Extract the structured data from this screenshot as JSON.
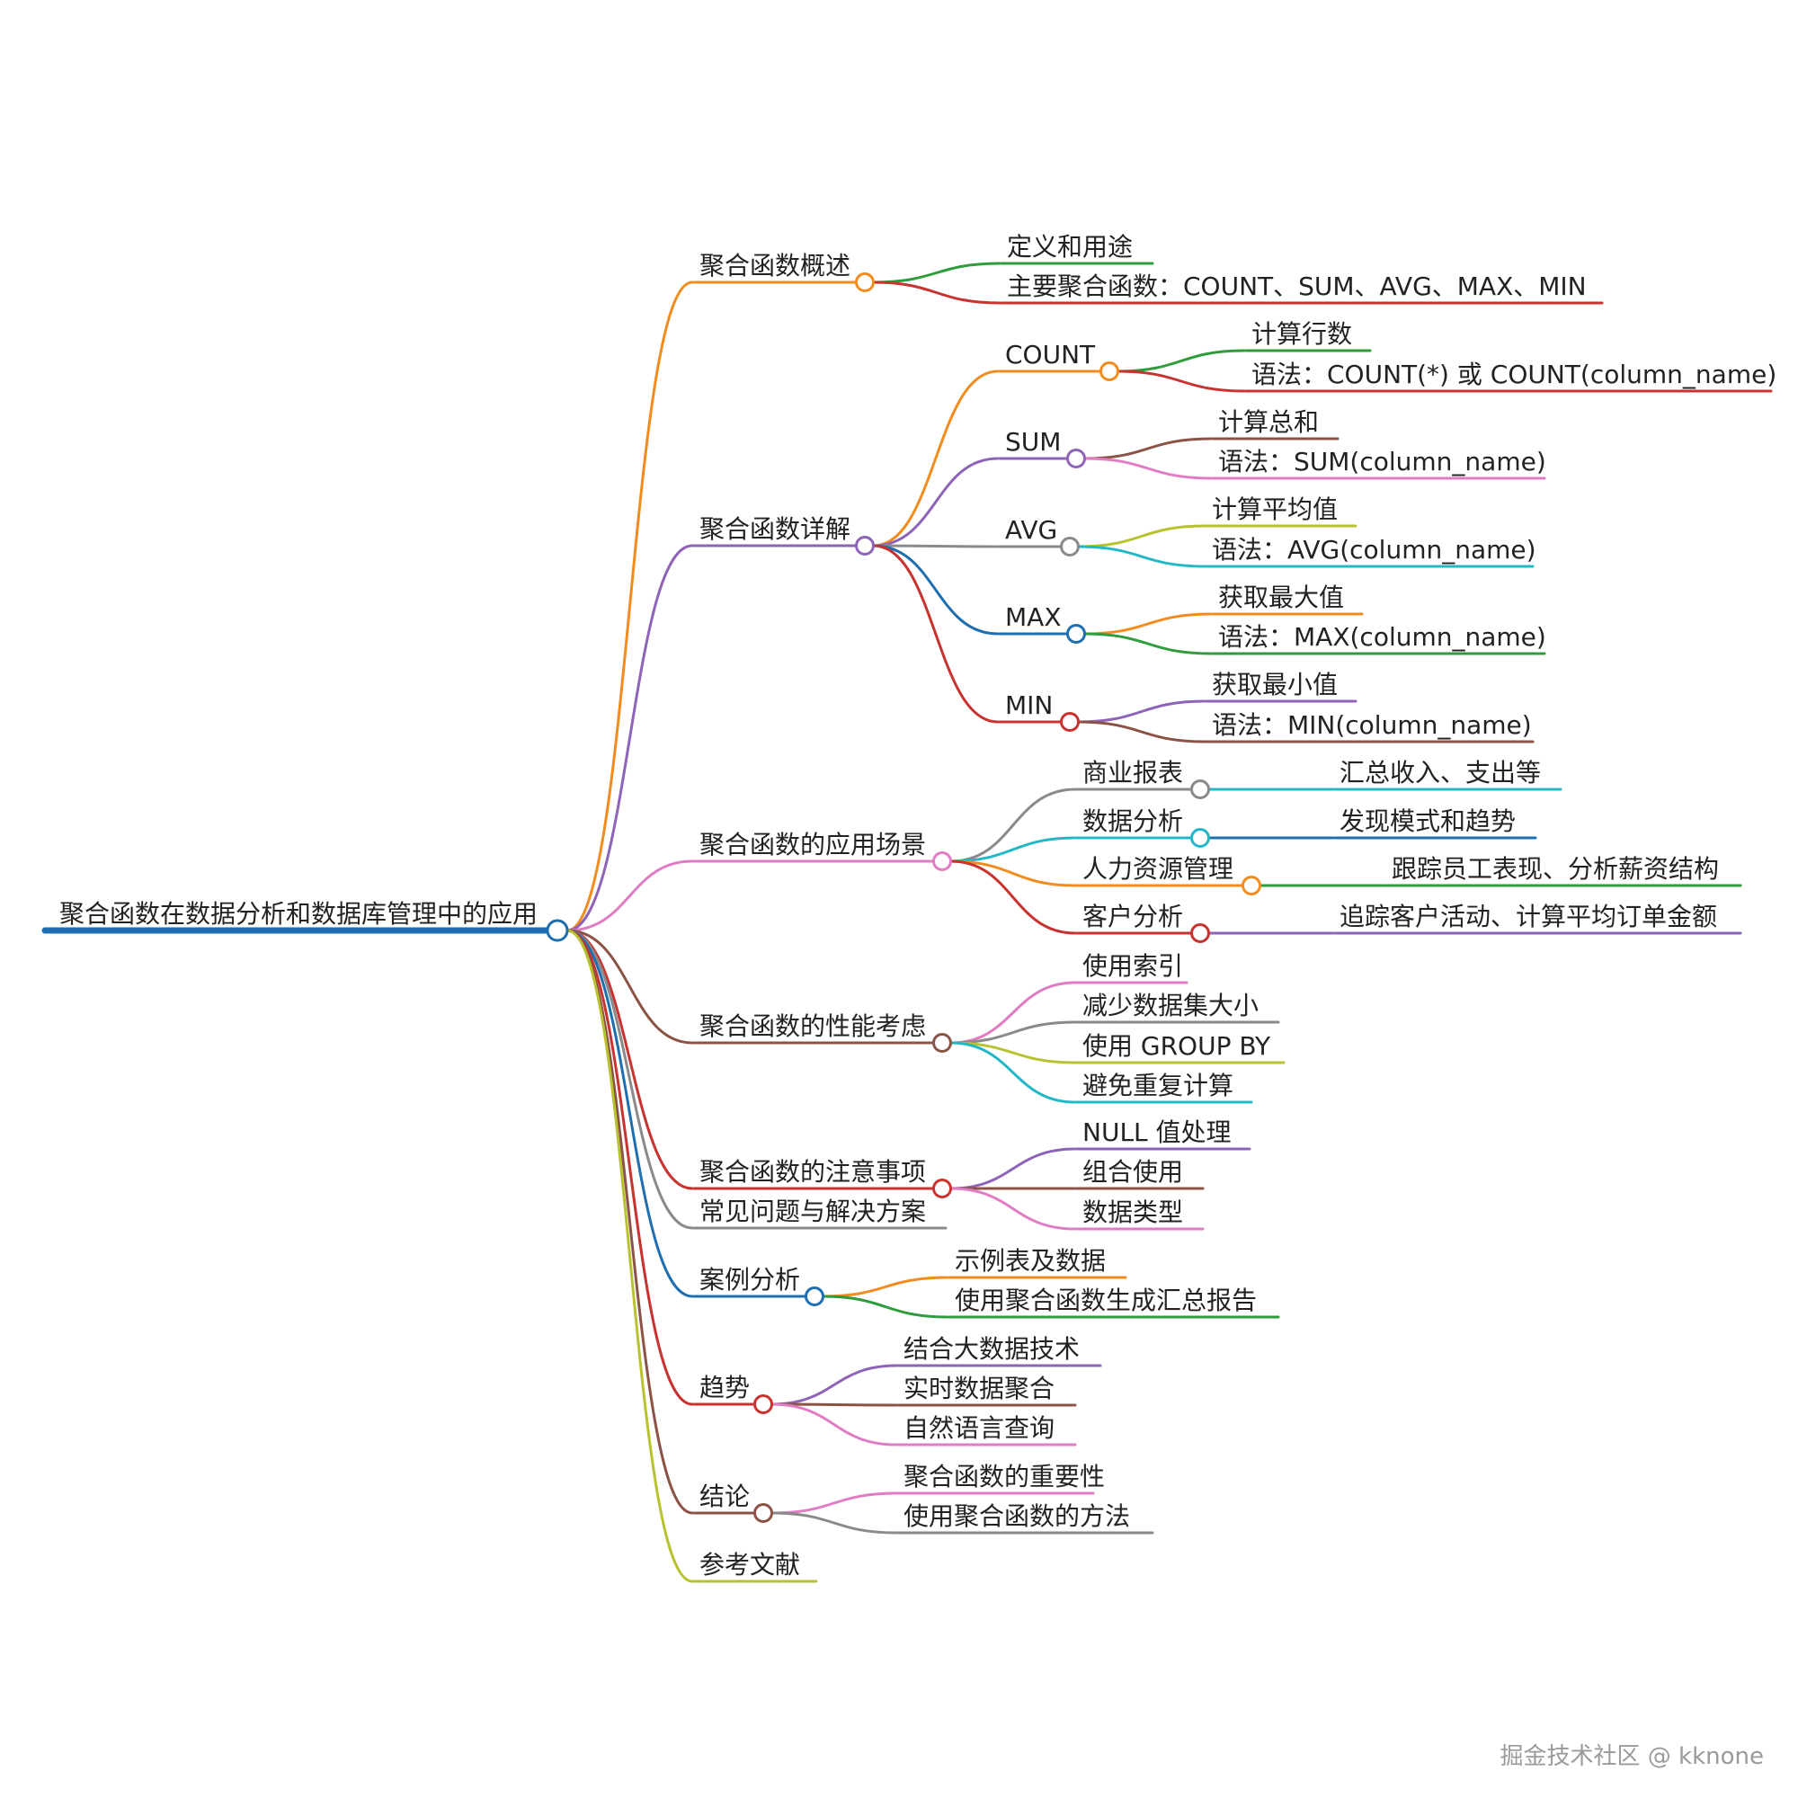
{
  "diagram": {
    "type": "mindmap",
    "root": {
      "text": "聚合函数在数据分析和数据库管理中的应用",
      "color": "#1f6fb0"
    },
    "branches": [
      {
        "text": "聚合函数概述",
        "color": "#f28c1e",
        "children": [
          {
            "text": "定义和用途",
            "color": "#2e9c3c"
          },
          {
            "text": "主要聚合函数：COUNT、SUM、AVG、MAX、MIN",
            "color": "#c8322f"
          }
        ]
      },
      {
        "text": "聚合函数详解",
        "color": "#8e63b8",
        "children": [
          {
            "text": "COUNT",
            "color": "#f28c1e",
            "children": [
              {
                "text": "计算行数",
                "color": "#2e9c3c"
              },
              {
                "text": "语法：COUNT(*) 或 COUNT(column_name)",
                "color": "#c8322f"
              }
            ]
          },
          {
            "text": "SUM",
            "color": "#8e63b8",
            "children": [
              {
                "text": "计算总和",
                "color": "#8b5346"
              },
              {
                "text": "语法：SUM(column_name)",
                "color": "#e07cc4"
              }
            ]
          },
          {
            "text": "AVG",
            "color": "#8a8a8a",
            "children": [
              {
                "text": "计算平均值",
                "color": "#b8c22f"
              },
              {
                "text": "语法：AVG(column_name)",
                "color": "#22b8c6"
              }
            ]
          },
          {
            "text": "MAX",
            "color": "#1f6fb0",
            "children": [
              {
                "text": "获取最大值",
                "color": "#f28c1e"
              },
              {
                "text": "语法：MAX(column_name)",
                "color": "#2e9c3c"
              }
            ]
          },
          {
            "text": "MIN",
            "color": "#c8322f",
            "children": [
              {
                "text": "获取最小值",
                "color": "#8e63b8"
              },
              {
                "text": "语法：MIN(column_name)",
                "color": "#8b5346"
              }
            ]
          }
        ]
      },
      {
        "text": "聚合函数的应用场景",
        "color": "#e07cc4",
        "children": [
          {
            "text": "商业报表",
            "color": "#8a8a8a",
            "children": [
              {
                "text": "汇总收入、支出等",
                "color": "#22b8c6"
              }
            ]
          },
          {
            "text": "数据分析",
            "color": "#22b8c6",
            "children": [
              {
                "text": "发现模式和趋势",
                "color": "#1f6fb0"
              }
            ]
          },
          {
            "text": "人力资源管理",
            "color": "#f28c1e",
            "children": [
              {
                "text": "跟踪员工表现、分析薪资结构",
                "color": "#2e9c3c"
              }
            ]
          },
          {
            "text": "客户分析",
            "color": "#c8322f",
            "children": [
              {
                "text": "追踪客户活动、计算平均订单金额",
                "color": "#8e63b8"
              }
            ]
          }
        ]
      },
      {
        "text": "聚合函数的性能考虑",
        "color": "#8b5346",
        "children": [
          {
            "text": "使用索引",
            "color": "#e07cc4"
          },
          {
            "text": "减少数据集大小",
            "color": "#8a8a8a"
          },
          {
            "text": "使用 GROUP BY",
            "color": "#b8c22f"
          },
          {
            "text": "避免重复计算",
            "color": "#22b8c6"
          }
        ]
      },
      {
        "text": "聚合函数的注意事项",
        "color": "#c8322f",
        "children": [
          {
            "text": "NULL 值处理",
            "color": "#8e63b8"
          },
          {
            "text": "组合使用",
            "color": "#8b5346"
          },
          {
            "text": "数据类型",
            "color": "#e07cc4"
          }
        ]
      },
      {
        "text": "常见问题与解决方案",
        "color": "#8a8a8a",
        "children": []
      },
      {
        "text": "案例分析",
        "color": "#1f6fb0",
        "children": [
          {
            "text": "示例表及数据",
            "color": "#f28c1e"
          },
          {
            "text": "使用聚合函数生成汇总报告",
            "color": "#2e9c3c"
          }
        ]
      },
      {
        "text": "趋势",
        "color": "#c8322f",
        "children": [
          {
            "text": "结合大数据技术",
            "color": "#8e63b8"
          },
          {
            "text": "实时数据聚合",
            "color": "#8b5346"
          },
          {
            "text": "自然语言查询",
            "color": "#e07cc4"
          }
        ]
      },
      {
        "text": "结论",
        "color": "#8b5346",
        "children": [
          {
            "text": "聚合函数的重要性",
            "color": "#e07cc4"
          },
          {
            "text": "使用聚合函数的方法",
            "color": "#8a8a8a"
          }
        ]
      },
      {
        "text": "参考文献",
        "color": "#b8c22f",
        "children": []
      }
    ]
  },
  "watermark": "掘金技术社区 @ kknone"
}
